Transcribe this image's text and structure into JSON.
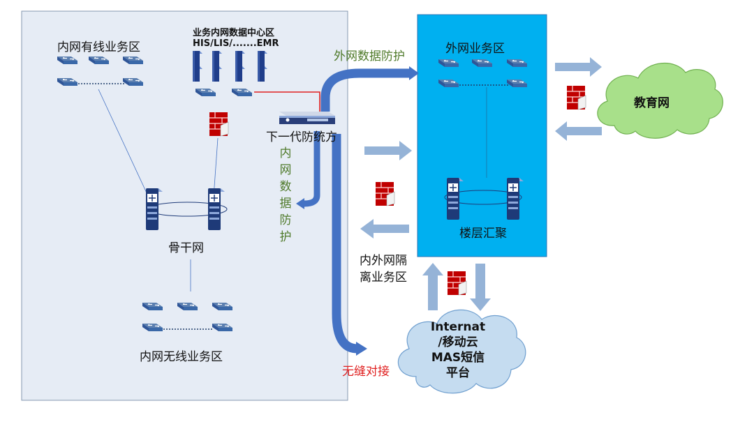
{
  "labels": {
    "intranet_wired": "内网有线业务区",
    "data_center_line1": "业务内网数据中心区",
    "data_center_line2": "HIS/LIS/.......EMR",
    "firewall_ngfw": "下一代防统方",
    "intranet_protection": "内网数据防护",
    "extranet_protection": "外网数据防护",
    "backbone": "骨干网",
    "intranet_wireless": "内网无线业务区",
    "extranet_zone": "外网业务区",
    "floor_aggregation": "楼层汇聚",
    "isolation_zone_line1": "内外网隔",
    "isolation_zone_line2": "离业务区",
    "education_net": "教育网",
    "internet_cloud_line1": "Internat",
    "internet_cloud_line2": "/移动云",
    "internet_cloud_line3": "MAS短信",
    "internet_cloud_line4": "平台",
    "seamless": "无缝对接"
  },
  "colors": {
    "intranet_bg": "#e6ecf5",
    "extranet_bg": "#00b0f0",
    "arrow_fill": "#95b3d7",
    "big_arrow": "#4472c4",
    "cloud_fill": "#c5dcf0",
    "firewall_red": "#c00000",
    "link_red": "#e02020",
    "green_text": "#4f7a2a"
  },
  "icons": [
    "switch-icon",
    "server-icon",
    "firewall-icon",
    "core-switch-icon",
    "ngfw-device-icon",
    "cloud-icon"
  ]
}
